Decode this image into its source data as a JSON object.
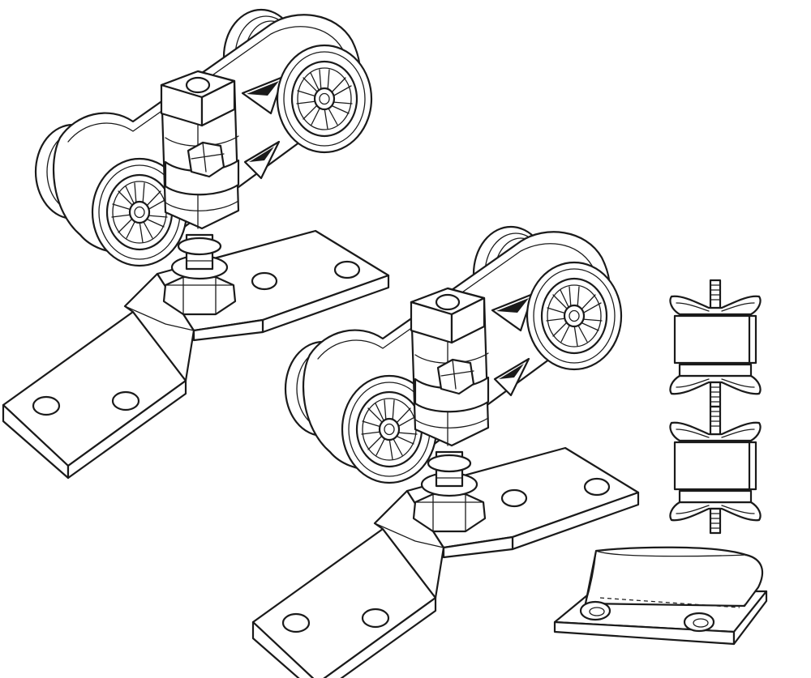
{
  "illustration": {
    "style": "black line drawing on white background",
    "colors": {
      "background": "#ffffff",
      "line": "#1a1a1a"
    },
    "items": [
      {
        "name": "roller-carriage",
        "count": 2
      },
      {
        "name": "mounting-bracket",
        "count": 2
      },
      {
        "name": "wing-nut-stopper",
        "count": 2
      },
      {
        "name": "floor-guide",
        "count": 1
      }
    ]
  }
}
